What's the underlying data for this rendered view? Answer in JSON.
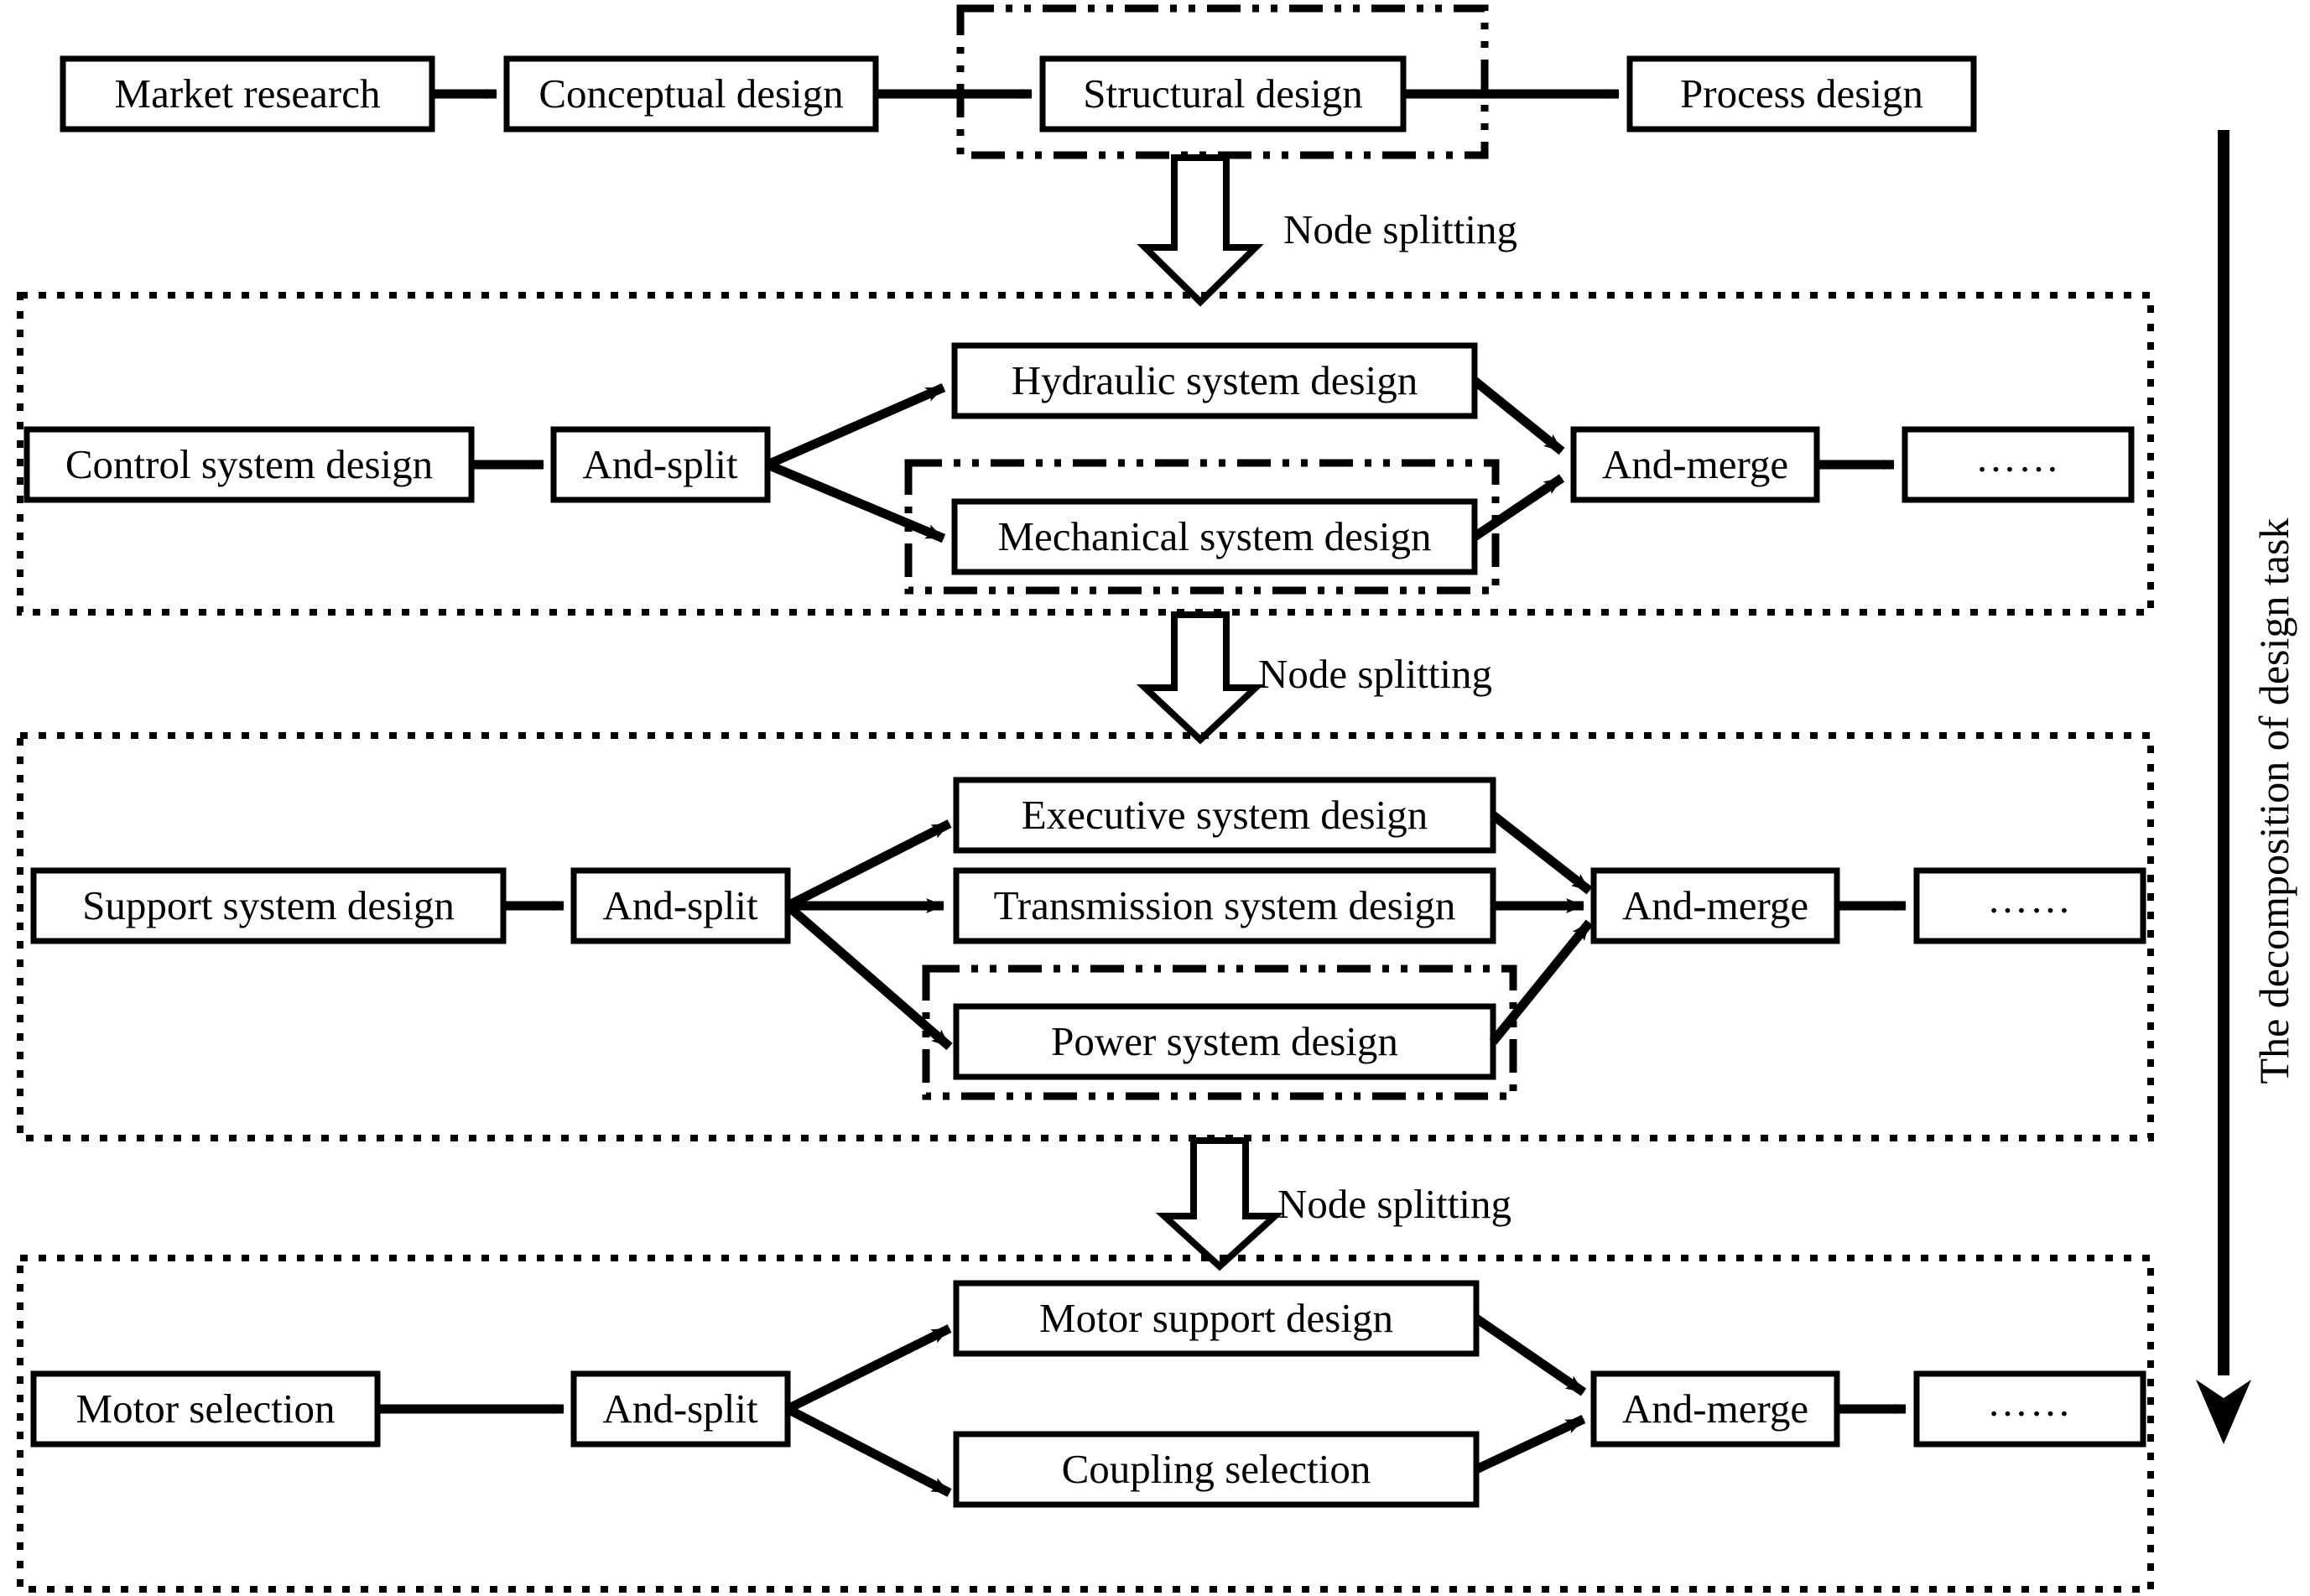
{
  "diagram": {
    "title_vertical": "The decomposition of design task",
    "ellipsis": "……",
    "split_label": "Node splitting",
    "level1": {
      "nodes": [
        {
          "label": "Market research"
        },
        {
          "label": "Conceptual design"
        },
        {
          "label": "Structural design",
          "highlighted": true
        },
        {
          "label": "Process design"
        }
      ]
    },
    "level2": {
      "source": "Control system design",
      "split": "And-split",
      "branches": [
        {
          "label": "Hydraulic system design",
          "highlighted": false
        },
        {
          "label": "Mechanical system design",
          "highlighted": true
        }
      ],
      "merge": "And-merge",
      "tail": "……"
    },
    "level3": {
      "source": "Support system design",
      "split": "And-split",
      "branches": [
        {
          "label": "Executive system design",
          "highlighted": false
        },
        {
          "label": "Transmission system design",
          "highlighted": false
        },
        {
          "label": "Power system design",
          "highlighted": true
        }
      ],
      "merge": "And-merge",
      "tail": "……"
    },
    "level4": {
      "source": "Motor selection",
      "split": "And-split",
      "branches": [
        {
          "label": "Motor support design",
          "highlighted": false
        },
        {
          "label": "Coupling selection",
          "highlighted": false
        }
      ],
      "merge": "And-merge",
      "tail": "……"
    },
    "split_labels": [
      "Node splitting",
      "Node splitting",
      "Node splitting"
    ],
    "colors": {
      "stroke": "#000000",
      "fill": "#ffffff"
    }
  }
}
